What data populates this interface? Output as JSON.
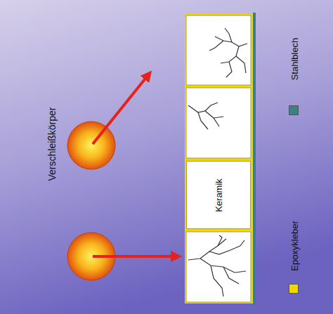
{
  "diagram": {
    "nodes": [
      {
        "text": [
          "Keramik"
        ]
      }
    ],
    "labels": [
      "Verschleißkörper"
    ],
    "legend": [
      {
        "text": "Epoxykleber",
        "color": "#f2d600"
      },
      {
        "text": "Stahlblech",
        "color": "#3e8082"
      }
    ]
  }
}
